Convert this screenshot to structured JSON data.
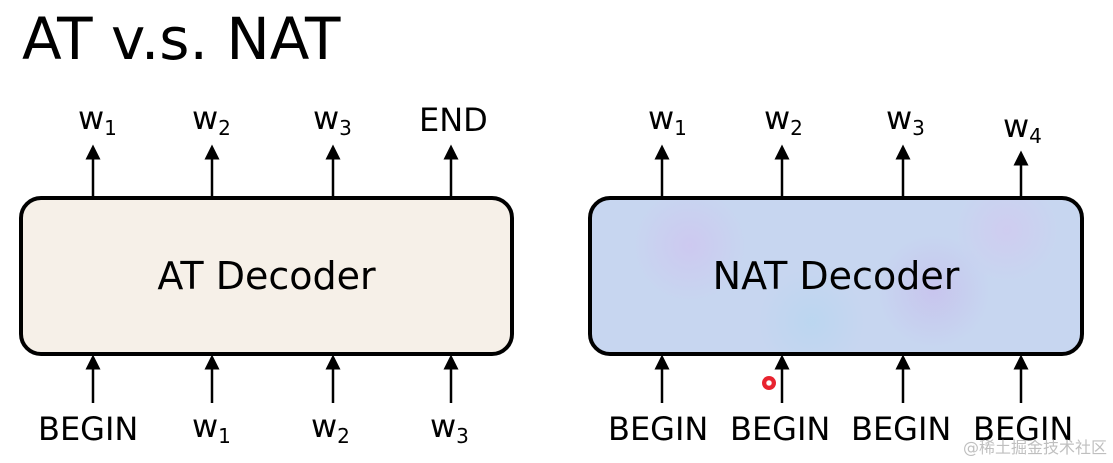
{
  "title": "AT v.s. NAT",
  "at": {
    "label": "AT Decoder",
    "outputs": [
      {
        "base": "w",
        "sub": "1"
      },
      {
        "base": "w",
        "sub": "2"
      },
      {
        "base": "w",
        "sub": "3"
      },
      {
        "base": "END",
        "sub": ""
      }
    ],
    "inputs": [
      {
        "base": "BEGIN",
        "sub": ""
      },
      {
        "base": "w",
        "sub": "1"
      },
      {
        "base": "w",
        "sub": "2"
      },
      {
        "base": "w",
        "sub": "3"
      }
    ]
  },
  "nat": {
    "label": "NAT Decoder",
    "outputs": [
      {
        "base": "w",
        "sub": "1"
      },
      {
        "base": "w",
        "sub": "2"
      },
      {
        "base": "w",
        "sub": "3"
      },
      {
        "base": "w",
        "sub": "4"
      }
    ],
    "inputs": [
      {
        "base": "BEGIN",
        "sub": ""
      },
      {
        "base": "BEGIN",
        "sub": ""
      },
      {
        "base": "BEGIN",
        "sub": ""
      },
      {
        "base": "BEGIN",
        "sub": ""
      }
    ]
  },
  "watermark": "@稀土掘金技术社区",
  "colors": {
    "at_box_fill": "#f6f0e8",
    "nat_box_fill": "#c7d6f0",
    "outline": "#000000",
    "laser_pointer": "#e8232f"
  }
}
